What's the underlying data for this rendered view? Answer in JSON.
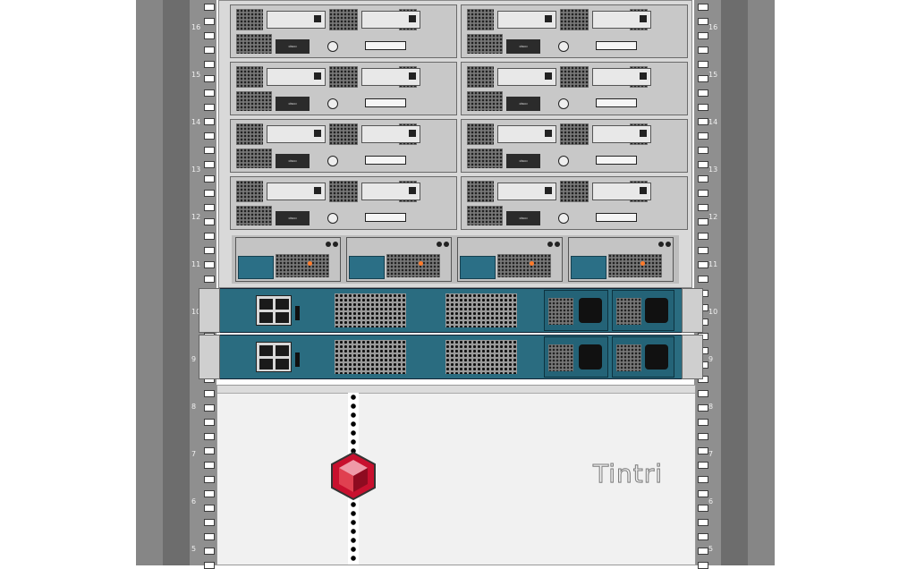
{
  "rack": {
    "unit_numbers": [
      "16",
      "15",
      "14",
      "13",
      "12",
      "11",
      "10",
      "9",
      "8",
      "7",
      "6",
      "5"
    ]
  },
  "chassis": {
    "blade_brand": "cisco",
    "blade_rows": 4,
    "blades_per_row": 2
  },
  "fabric_interconnects": [
    {
      "port_count": 4
    },
    {
      "port_count": 4
    }
  ],
  "storage": {
    "brand_label": "Tintri"
  },
  "colors": {
    "rack_frame": "#6d6d6d",
    "chassis_teal": "#2a6c80",
    "storage_logo": "#c8102e"
  }
}
